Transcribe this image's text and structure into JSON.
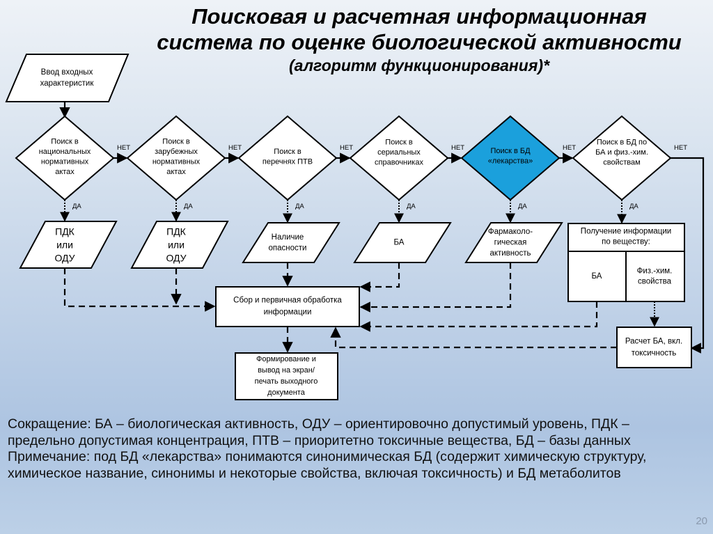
{
  "title": {
    "line1": "Поисковая и расчетная информационная",
    "line2": "система по оценке биологической активности",
    "line3": "(алгоритм функционирования)*"
  },
  "colors": {
    "highlight_fill": "#1ba0dc",
    "shape_fill": "#ffffff",
    "stroke": "#000000"
  },
  "flowchart": {
    "input": {
      "line1": "Ввод входных",
      "line2": "характеристик"
    },
    "decisions": [
      {
        "lines": [
          "Поиск в",
          "национальных",
          "нормативных",
          "актах"
        ],
        "no": "НЕТ",
        "yes": "ДА"
      },
      {
        "lines": [
          "Поиск в",
          "зарубежных",
          "нормативных",
          "актах"
        ],
        "no": "НЕТ",
        "yes": "ДА"
      },
      {
        "lines": [
          "Поиск в",
          "перечнях ПТВ"
        ],
        "no": "НЕТ",
        "yes": "ДА"
      },
      {
        "lines": [
          "Поиск в",
          "сериальных",
          "справочниках"
        ],
        "no": "НЕТ",
        "yes": "ДА"
      },
      {
        "lines": [
          "Поиск в БД",
          "«лекарства»"
        ],
        "no": "НЕТ",
        "yes": "ДА",
        "highlighted": true
      },
      {
        "lines": [
          "Поиск в БД по",
          "БА и физ.-хим.",
          "свойствам"
        ],
        "no": "НЕТ",
        "yes": "ДА"
      }
    ],
    "outputs": [
      {
        "lines": [
          "ПДК",
          "или",
          "ОДУ"
        ]
      },
      {
        "lines": [
          "ПДК",
          "или",
          "ОДУ"
        ]
      },
      {
        "lines": [
          "Наличие",
          "опасности"
        ]
      },
      {
        "lines": [
          "БА"
        ]
      },
      {
        "lines": [
          "Фармаколо-",
          "гическая",
          "активность"
        ]
      }
    ],
    "info_box": {
      "header_lines": [
        "Получение информации",
        "по веществу:"
      ],
      "left_cell": "БА",
      "right_cell_lines": [
        "Физ.-хим.",
        "свойства"
      ]
    },
    "collect_box": {
      "lines": [
        "Сбор и первичная обработка",
        "информации"
      ]
    },
    "output_doc": {
      "lines": [
        "Формирование и",
        "вывод на экран/",
        "печать выходного",
        "документа"
      ]
    },
    "calc_box": {
      "lines": [
        "Расчет БА, вкл.",
        "токсичность"
      ]
    }
  },
  "notes": {
    "abbreviations": "Сокращение: БА – биологическая активность, ОДУ – ориентировочно допустимый уровень, ПДК – предельно допустимая концентрация, ПТВ – приоритетно токсичные вещества, БД – базы данных",
    "remark": "Примечание: под БД «лекарства» понимаются синонимическая БД (содержит химическую структуру, химическое название, синонимы и некоторые свойства, включая токсичность) и БД метаболитов"
  },
  "slide_number": "20"
}
